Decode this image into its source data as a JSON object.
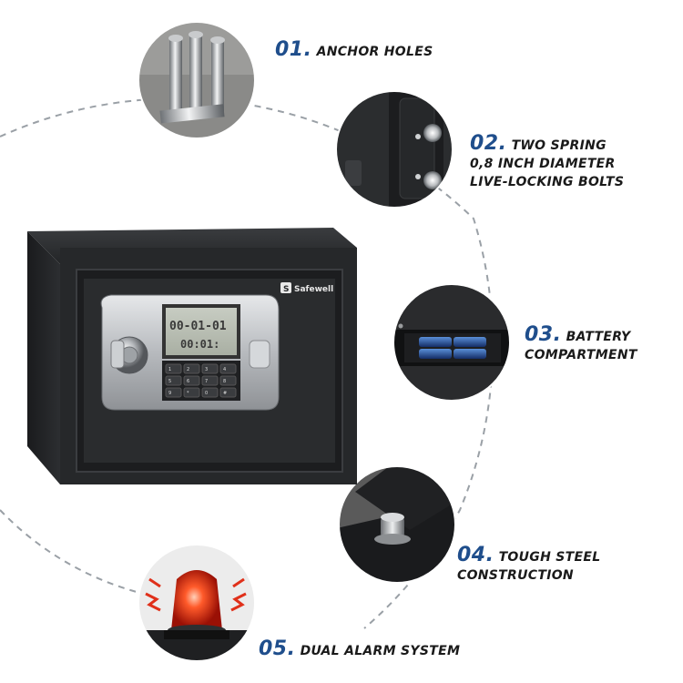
{
  "callouts": [
    {
      "number": "01.",
      "lines": [
        "ANCHOR HOLES"
      ]
    },
    {
      "number": "02.",
      "lines": [
        "TWO SPRING",
        "0,8 INCH DIAMETER",
        "LIVE-LOCKING BOLTS"
      ]
    },
    {
      "number": "03.",
      "lines": [
        "BATTERY",
        "COMPARTMENT"
      ]
    },
    {
      "number": "04.",
      "lines": [
        "TOUGH STEEL",
        "CONSTRUCTION"
      ]
    },
    {
      "number": "05.",
      "lines": [
        "DUAL ALARM SYSTEM"
      ]
    }
  ],
  "safe": {
    "brand": "Safewell",
    "display_top": "00-01-01",
    "display_bottom": "00:01:",
    "keys": [
      "1",
      "2",
      "3",
      "4",
      "5",
      "6",
      "7",
      "8",
      "9",
      "*",
      "0",
      "#"
    ]
  },
  "colors": {
    "number_blue": "#1f4e8c",
    "label_text": "#1a1a1a",
    "safe_body": "#2a2c2e",
    "keypad_panel": "#c9ccd0",
    "alarm_red": "#e0301a"
  }
}
